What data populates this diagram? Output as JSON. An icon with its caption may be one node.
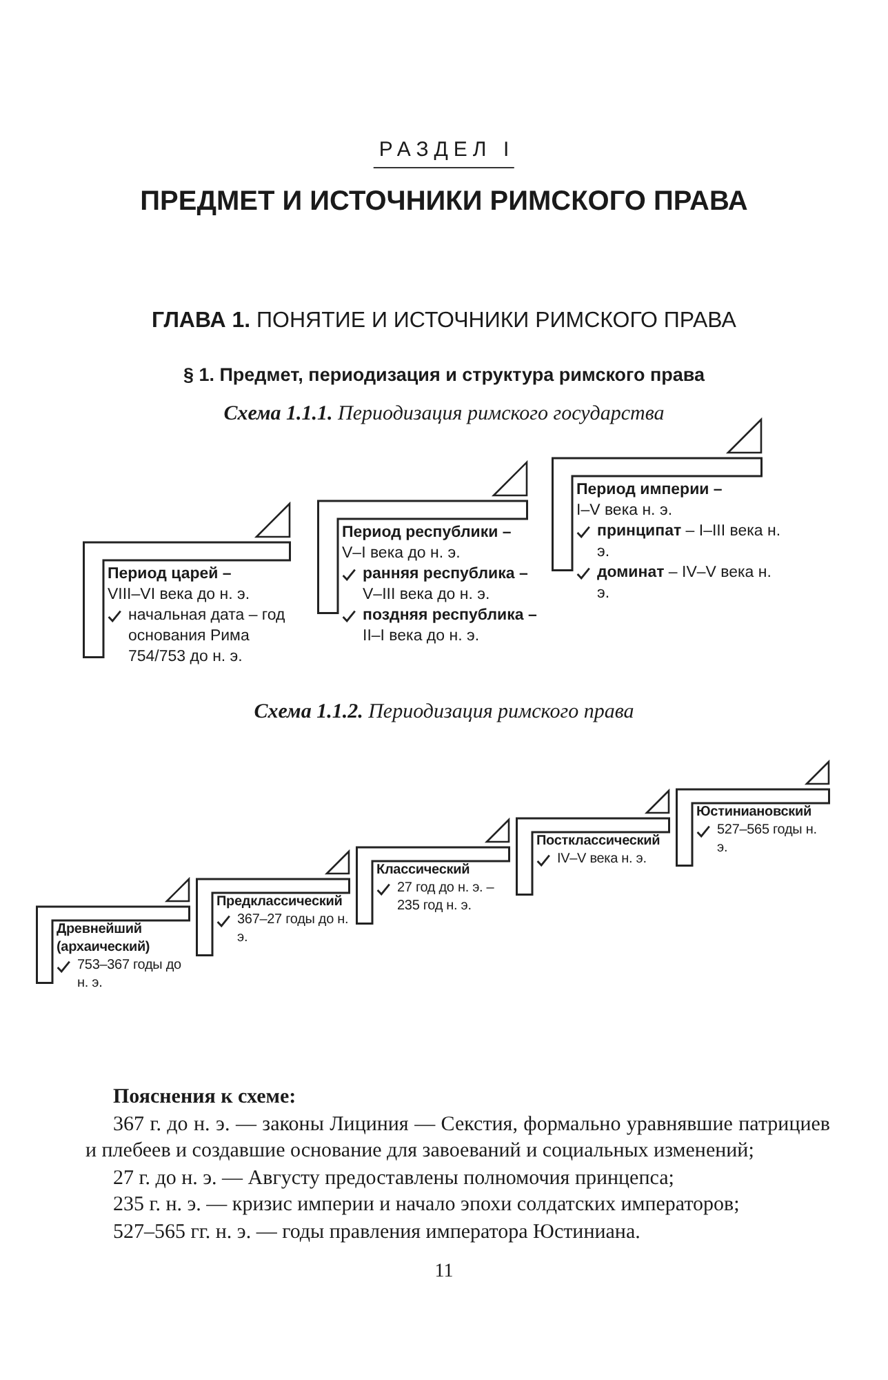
{
  "diagram": {
    "title": "ПРЕДМЕТ И ИСТОЧНИКИ РИМСКОГО ПРАВА",
    "nodes": [
      {
        "text": [
          "Период царей –",
          "VIII–VI века до н. э.",
          "начальная дата – год основания Рима 754/753 до н. э."
        ]
      },
      {
        "text": [
          "Период республики –",
          "V–I века до н. э.",
          "**ранняя республика –** V–III века до н. э.",
          "**поздняя республика –** II–I века до н. э."
        ]
      },
      {
        "text": [
          "Период империи –",
          "I–V века н. э.",
          "**принципат** – I–III века н. э.",
          "**доминат** – IV–V века н. э."
        ]
      },
      {
        "text": [
          "Древнейший (архаический)",
          "753–367 годы до н. э."
        ]
      },
      {
        "text": [
          "Предклассический",
          "367–27 годы до н. э."
        ]
      },
      {
        "text": [
          "Классический",
          "27 год до н. э. – 235 год н. э."
        ]
      },
      {
        "text": [
          "Постклассический",
          "IV–V века н. э."
        ]
      },
      {
        "text": [
          "Юстиниановский",
          "527–565 годы н. э."
        ]
      }
    ],
    "labels": [
      "РАЗДЕЛ I",
      "**ГЛАВА 1.** ПОНЯТИЕ И ИСТОЧНИКИ РИМСКОГО ПРАВА",
      "§ 1. Предмет, периодизация и структура римского права",
      "**Схема 1.1.1.** Периодизация римского государства",
      "**Схема 1.1.2.** Периодизация римского права",
      "Пояснения к схеме:",
      "367 г. до н. э. — законы Лициния — Секстия, формально уравнявшие патрициев и плебеев и создавшие основание для завоеваний и социальных изменений;",
      "27 г. до н. э. — Августу предоставлены полномочия принцепса;",
      "235 г. н. э. — кризис империи и начало эпохи солдатских императоров;",
      "527–565 гг. н. э. — годы правления императора Юстиниана.",
      "11"
    ]
  }
}
